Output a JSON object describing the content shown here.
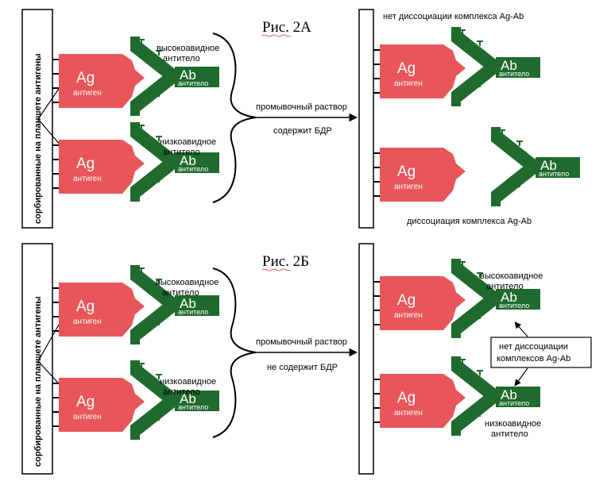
{
  "colors": {
    "antigen": "#e8565a",
    "antibody": "#1f6b2e",
    "line": "#000000"
  },
  "panel_a": {
    "title": "Рис. 2А",
    "plate_label": "сорбированные на планшете антигены",
    "high_affinity_label_1": "высокоавидное",
    "high_affinity_label_2": "антитело",
    "low_affinity_label_1": "низкоавидное",
    "low_affinity_label_2": "антитело",
    "wash_label_1": "промывочный раствор",
    "wash_label_2": "содержит БДР",
    "result_top_label": "нет диссоциации комплекса Ag-Ab",
    "result_bottom_label": "диссоциация комплекса Ag-Ab"
  },
  "panel_b": {
    "title": "Рис. 2Б",
    "plate_label": "сорбированные на планшете антигены",
    "high_affinity_label_1": "высокоавидное",
    "high_affinity_label_2": "антитело",
    "low_affinity_label_1": "низкоавидное",
    "low_affinity_label_2": "антитело",
    "wash_label_1": "промывочный раствор",
    "wash_label_2": "не содержит БДР",
    "result_high_label_1": "высокоавидное",
    "result_high_label_2": "антитело",
    "result_box_label_1": "нет диссоциации",
    "result_box_label_2": "комплексов Ag-Ab",
    "result_low_label_1": "низкоавидное",
    "result_low_label_2": "антитело"
  },
  "antigen": {
    "symbol": "Ag",
    "name": "антиген"
  },
  "antibody": {
    "symbol": "Ab",
    "name": "антитело"
  }
}
